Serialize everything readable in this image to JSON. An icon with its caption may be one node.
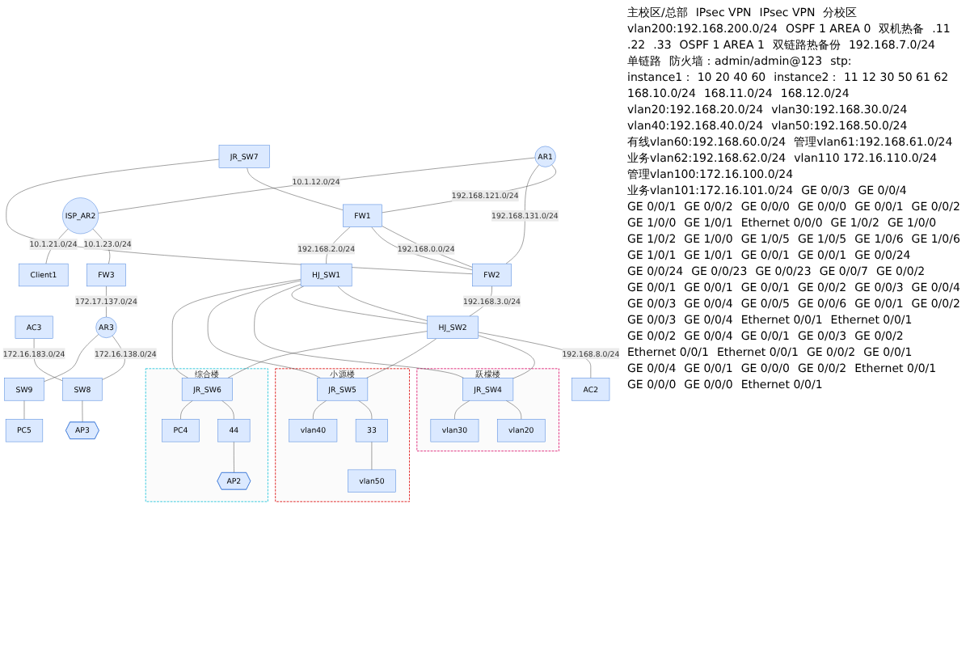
{
  "diagram": {
    "nodes": [
      {
        "text": [
          "AR1"
        ]
      },
      {
        "text": [
          "ISP_AR2"
        ]
      },
      {
        "text": [
          "Client1"
        ]
      },
      {
        "text": [
          "FW3"
        ]
      },
      {
        "text": [
          "JR_SW7"
        ]
      },
      {
        "text": [
          "FW1"
        ]
      },
      {
        "text": [
          "FW2"
        ]
      },
      {
        "text": [
          "AC3"
        ]
      },
      {
        "text": [
          "AR3"
        ]
      },
      {
        "text": [
          "HJ_SW1"
        ]
      },
      {
        "text": [
          "HJ_SW2"
        ]
      },
      {
        "text": [
          "AC2"
        ]
      },
      {
        "text": [
          "SW8"
        ]
      },
      {
        "text": [
          "SW9"
        ]
      },
      {
        "text": [
          "跃檬楼"
        ]
      },
      {
        "text": [
          "JR_SW4"
        ],
        "in": 14
      },
      {
        "text": [
          "vlan20"
        ],
        "in": 14
      },
      {
        "text": [
          "vlan30"
        ],
        "in": 14
      },
      {
        "text": [
          "小源楼"
        ]
      },
      {
        "text": [
          "JR_SW5"
        ],
        "in": 18
      },
      {
        "text": [
          "33"
        ],
        "in": 18
      },
      {
        "text": [
          "vlan40"
        ],
        "in": 18
      },
      {
        "text": [
          "vlan50"
        ],
        "in": 18
      },
      {
        "text": [
          "综合楼"
        ]
      },
      {
        "text": [
          "JR_SW6"
        ],
        "in": 23
      },
      {
        "text": [
          "44"
        ],
        "in": 23
      },
      {
        "text": [
          "PC4"
        ],
        "in": 23
      },
      {
        "text": [
          "AP2"
        ],
        "in": 23
      },
      {
        "text": [
          "AP3"
        ]
      },
      {
        "text": [
          "PC5"
        ]
      }
    ],
    "edges": [
      {
        "from": 0,
        "to": 5,
        "arrow": "none",
        "label": "192.168.121.0/24"
      },
      {
        "from": 0,
        "to": 6,
        "arrow": "none",
        "label": "192.168.131.0/24"
      },
      {
        "from": 0,
        "to": 1,
        "arrow": "none",
        "label": "10.1.12.0/24"
      },
      {
        "from": 1,
        "to": 3,
        "arrow": "none",
        "label": "10.1.23.0/24"
      },
      {
        "from": 1,
        "to": 2,
        "arrow": "none",
        "label": "10.1.21.0/24"
      },
      {
        "from": 4,
        "to": 5,
        "arrow": "none"
      },
      {
        "from": 4,
        "to": 6,
        "arrow": "none"
      },
      {
        "from": 5,
        "to": 6,
        "arrow": "none",
        "label": "192.168.0.0/24"
      },
      {
        "from": 5,
        "to": 6,
        "arrow": "none"
      },
      {
        "from": 5,
        "to": 9,
        "arrow": "none",
        "label": "192.168.2.0/24"
      },
      {
        "from": 6,
        "to": 10,
        "arrow": "none",
        "label": "192.168.3.0/24"
      },
      {
        "from": 9,
        "to": 10,
        "arrow": "none"
      },
      {
        "from": 9,
        "to": 10,
        "arrow": "none"
      },
      {
        "from": 10,
        "to": 11,
        "arrow": "none",
        "label": "192.168.8.0/24"
      },
      {
        "from": 3,
        "to": 8,
        "arrow": "none",
        "label": "172.17.137.0/24"
      },
      {
        "from": 7,
        "to": 12,
        "arrow": "none",
        "label": "172.16.183.0/24"
      },
      {
        "from": 8,
        "to": 12,
        "arrow": "none",
        "label": "172.16.138.0/24"
      },
      {
        "from": 8,
        "to": 13,
        "arrow": "none"
      },
      {
        "from": 12,
        "to": 28,
        "arrow": "none"
      },
      {
        "from": 13,
        "to": 29,
        "arrow": "none"
      },
      {
        "from": 9,
        "to": 15,
        "arrow": "none"
      },
      {
        "from": 10,
        "to": 15,
        "arrow": "none"
      },
      {
        "from": 9,
        "to": 19,
        "arrow": "none"
      },
      {
        "from": 10,
        "to": 19,
        "arrow": "none"
      },
      {
        "from": 10,
        "to": 24,
        "arrow": "none"
      },
      {
        "from": 9,
        "to": 24,
        "arrow": "none"
      },
      {
        "from": 15,
        "to": 16,
        "arrow": "none"
      },
      {
        "from": 15,
        "to": 17,
        "arrow": "none"
      },
      {
        "from": 19,
        "to": 20,
        "arrow": "none"
      },
      {
        "from": 19,
        "to": 21,
        "arrow": "none"
      },
      {
        "from": 20,
        "to": 22,
        "arrow": "none"
      },
      {
        "from": 24,
        "to": 25,
        "arrow": "none"
      },
      {
        "from": 24,
        "to": 26,
        "arrow": "none"
      },
      {
        "from": 25,
        "to": 27,
        "arrow": "none"
      }
    ],
    "labels": [
      "主校区/总部",
      "IPsec VPN",
      "IPsec VPN",
      "分校区",
      "vlan200:192.168.200.0/24",
      "OSPF 1 AREA 0",
      "双机热备",
      ".11",
      ".22",
      ".33",
      "OSPF 1 AREA 1",
      "双链路热备份",
      "192.168.7.0/24",
      "单链路",
      "防火墙：admin/admin@123",
      "stp:",
      "instance1： 10 20 40 60",
      "instance2： 11 12 30 50 61 62",
      "168.10.0/24",
      "168.11.0/24",
      "168.12.0/24",
      "vlan20:192.168.20.0/24",
      "vlan30:192.168.30.0/24",
      "vlan40:192.168.40.0/24",
      "vlan50:192.168.50.0/24",
      "有线vlan60:192.168.60.0/24",
      "管理vlan61:192.168.61.0/24",
      "业务vlan62:192.168.62.0/24",
      "vlan110 172.16.110.0/24",
      "管理vlan100:172.16.100.0/24",
      "业务vlan101:172.16.101.0/24",
      "GE 0/0/3",
      "GE 0/0/4",
      "GE 0/0/1",
      "GE 0/0/2",
      "GE 0/0/0",
      "GE 0/0/0",
      "GE 0/0/1",
      "GE 0/0/2",
      "GE 1/0/0",
      "GE 1/0/1",
      "Ethernet 0/0/0",
      "GE 1/0/2",
      "GE 1/0/0",
      "GE 1/0/2",
      "GE 1/0/0",
      "GE 1/0/5",
      "GE 1/0/5",
      "GE 1/0/6",
      "GE 1/0/6",
      "GE 1/0/1",
      "GE 1/0/1",
      "GE 0/0/1",
      "GE 0/0/1",
      "GE 0/0/24",
      "GE 0/0/24",
      "GE 0/0/23",
      "GE 0/0/23",
      "GE 0/0/7",
      "GE 0/0/2",
      "GE 0/0/1",
      "GE 0/0/1",
      "GE 0/0/1",
      "GE 0/0/2",
      "GE 0/0/3",
      "GE 0/0/4",
      "GE 0/0/3",
      "GE 0/0/4",
      "GE 0/0/5",
      "GE 0/0/6",
      "GE 0/0/1",
      "GE 0/0/2",
      "GE 0/0/3",
      "GE 0/0/4",
      "Ethernet 0/0/1",
      "Ethernet 0/0/1",
      "GE 0/0/2",
      "GE 0/0/4",
      "GE 0/0/1",
      "GE 0/0/3",
      "GE 0/0/2",
      "Ethernet 0/0/1",
      "Ethernet 0/0/1",
      "GE 0/0/2",
      "GE 0/0/1",
      "GE 0/0/4",
      "GE 0/0/1",
      "GE 0/0/0",
      "GE 0/0/2",
      "Ethernet 0/0/1",
      "GE 0/0/0",
      "GE 0/0/0",
      "Ethernet 0/0/1"
    ]
  }
}
